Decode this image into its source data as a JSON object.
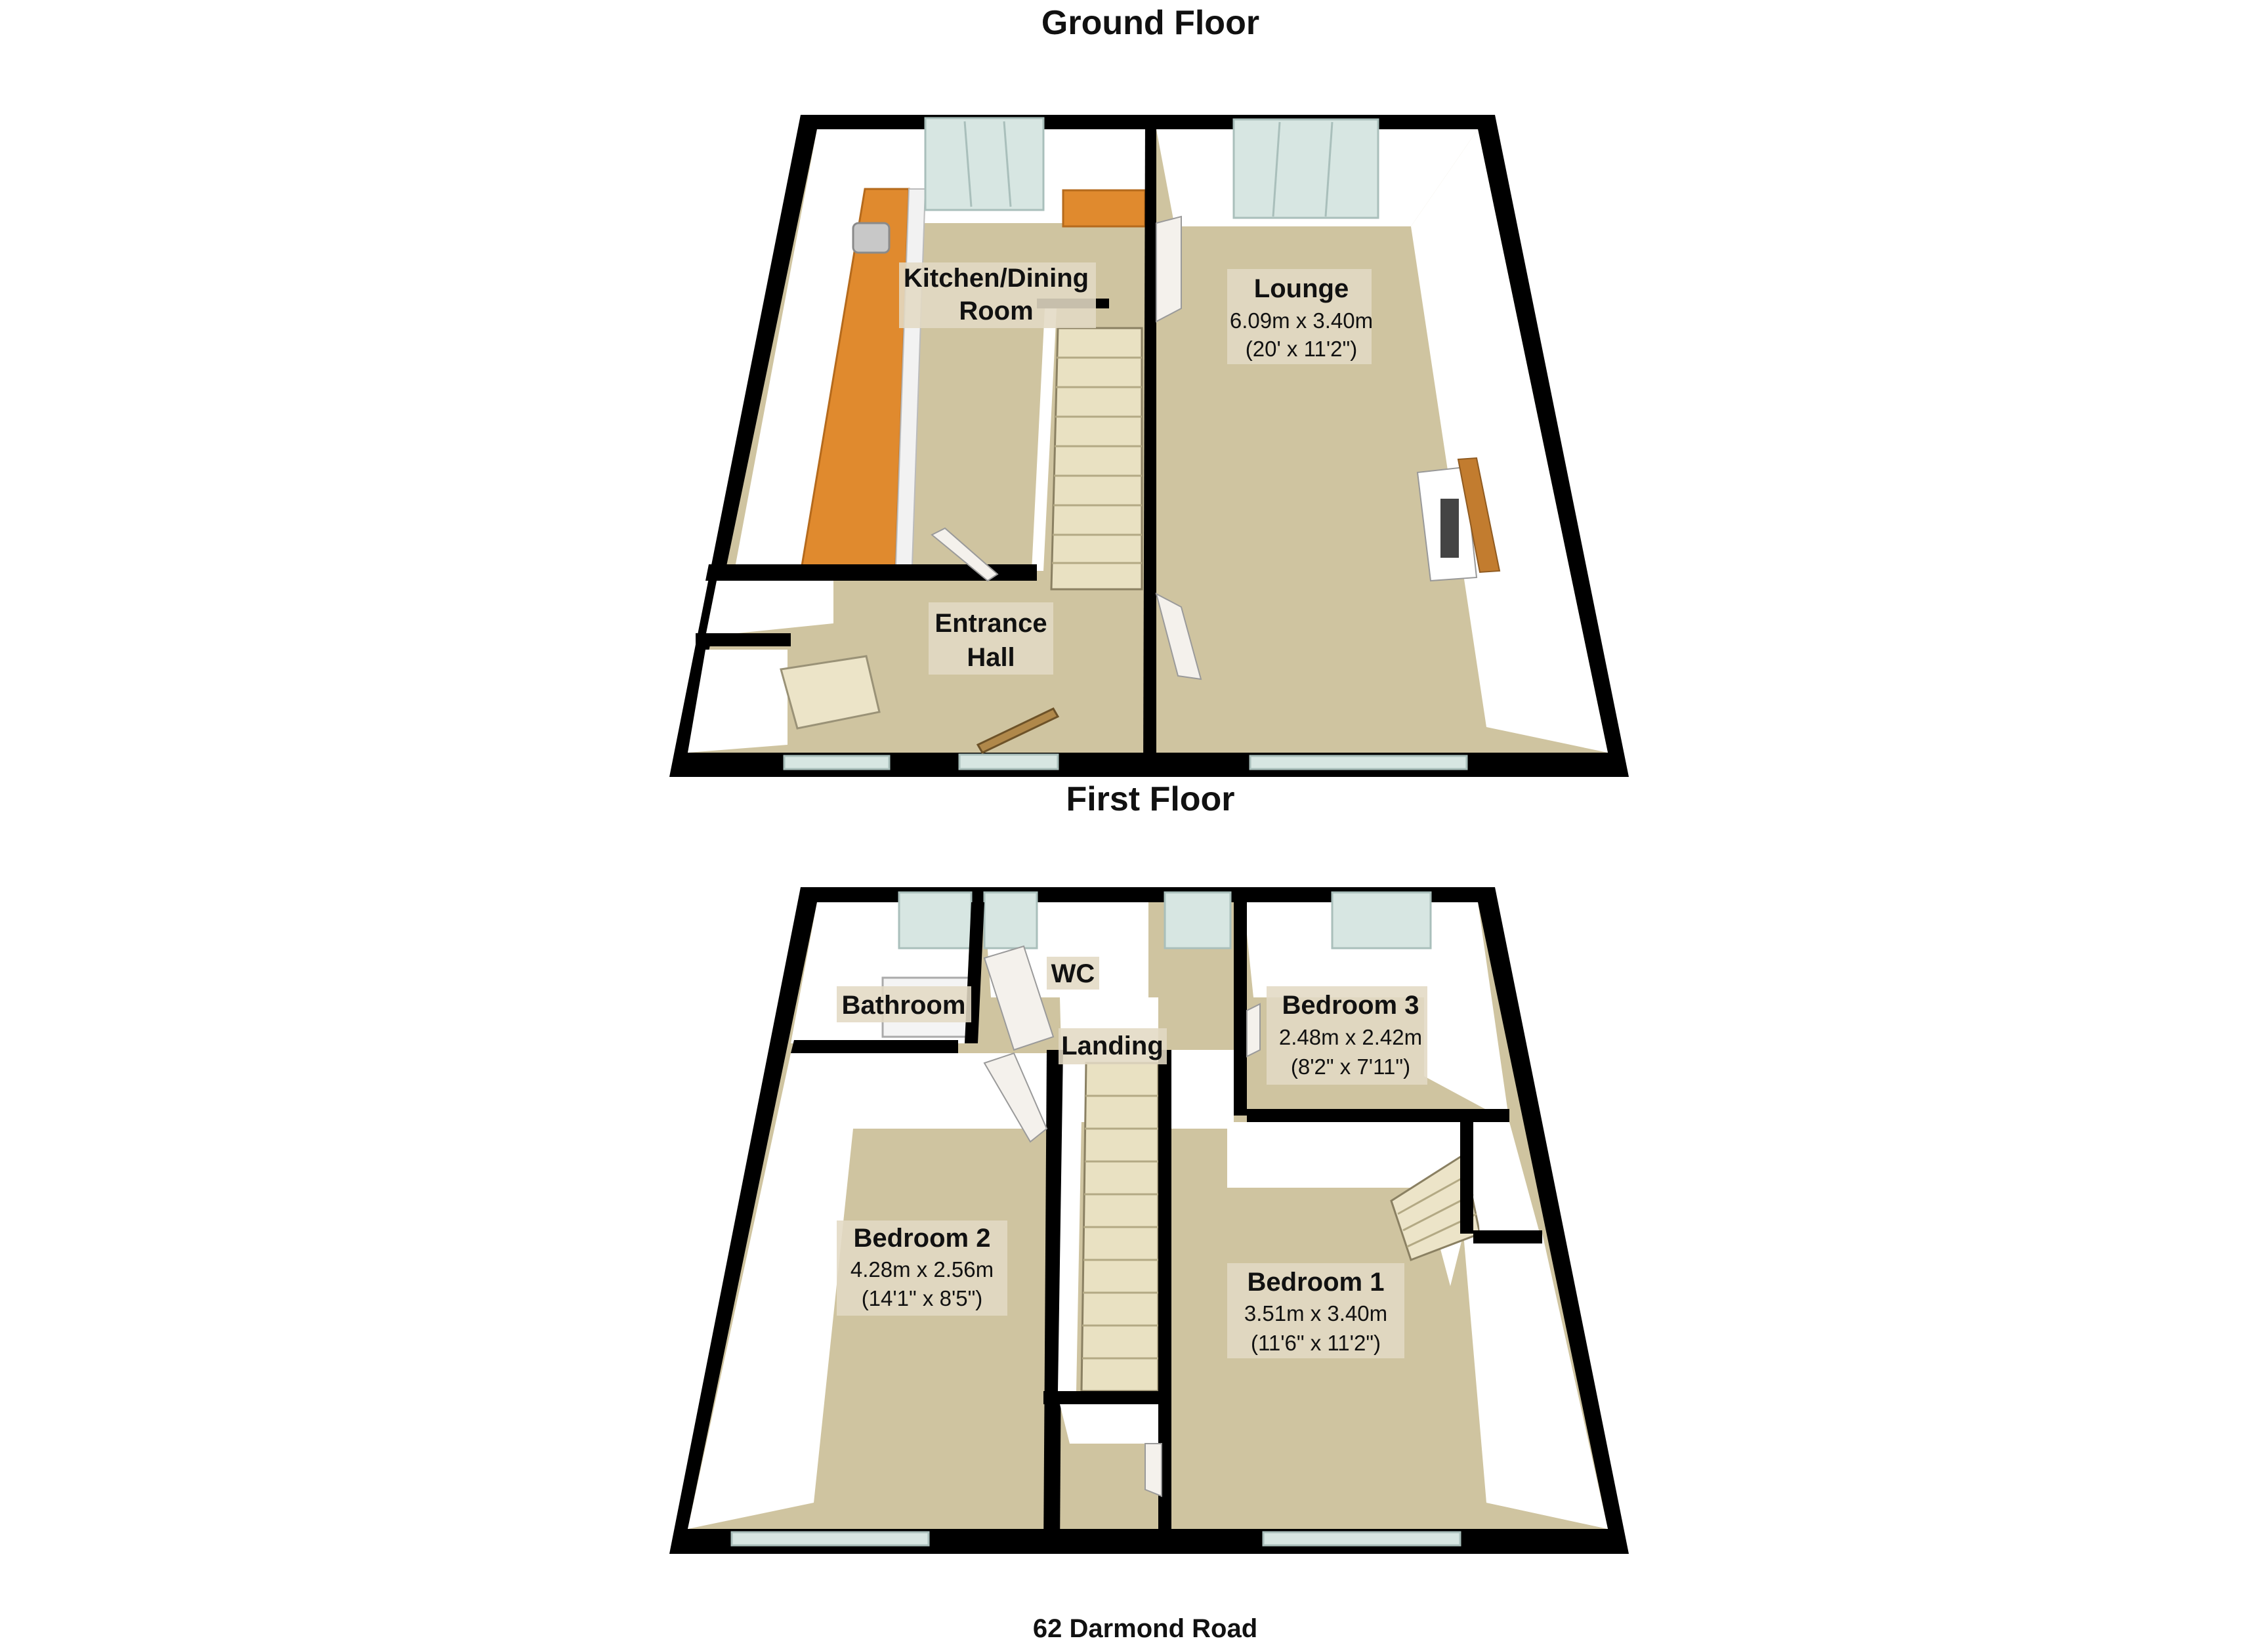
{
  "floors": {
    "ground": {
      "title": "Ground Floor",
      "rooms": {
        "kitchen": {
          "line1": "Kitchen/Dining",
          "line2": "Room"
        },
        "lounge": {
          "name": "Lounge",
          "metric": "6.09m x 3.40m",
          "imperial": "(20' x 11'2\")"
        },
        "hall": {
          "line1": "Entrance",
          "line2": "Hall"
        }
      }
    },
    "first": {
      "title": "First Floor",
      "rooms": {
        "bathroom": {
          "name": "Bathroom"
        },
        "wc": {
          "name": "WC"
        },
        "landing": {
          "name": "Landing"
        },
        "bedroom3": {
          "name": "Bedroom 3",
          "metric": "2.48m x 2.42m",
          "imperial": "(8'2\" x 7'11\")"
        },
        "bedroom2": {
          "name": "Bedroom 2",
          "metric": "4.28m x 2.56m",
          "imperial": "(14'1\" x 8'5\")"
        },
        "bedroom1": {
          "name": "Bedroom 1",
          "metric": "3.51m x 3.40m",
          "imperial": "(11'6\" x 11'2\")"
        }
      }
    }
  },
  "caption": "62 Darmond Road",
  "colors": {
    "carpet": "#cfc4a0",
    "kitchen_worktop": "#e08a2e",
    "wall": "#000000",
    "window_glass": "#d7e6e2"
  }
}
